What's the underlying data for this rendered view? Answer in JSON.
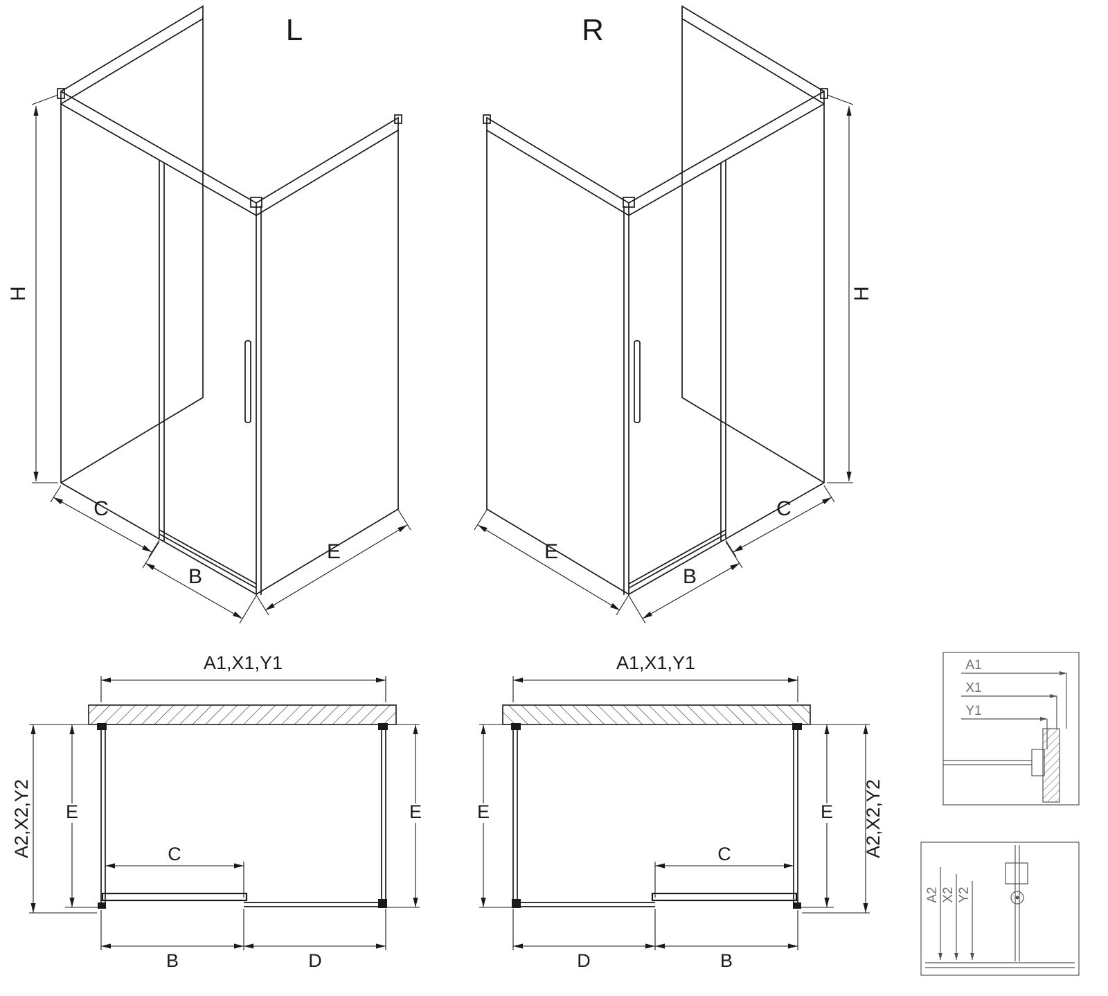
{
  "drawing": {
    "colors": {
      "background": "#ffffff",
      "line": "#1a1a1a",
      "detail_line": "#555555",
      "detail_label": "#6e6e6e"
    },
    "views": {
      "iso_left": {
        "title": "L",
        "dims": {
          "height": "H",
          "fixed_width": "C",
          "door_width": "B",
          "side_depth": "E"
        }
      },
      "iso_right": {
        "title": "R",
        "dims": {
          "height": "H",
          "side_depth": "E",
          "door_width": "B",
          "fixed_width": "C"
        }
      },
      "plan_left": {
        "top_dim": "A1,X1,Y1",
        "left_outer_dim": "A2,X2,Y2",
        "left_inner_dim": "E",
        "right_dim": "E",
        "door_dim": "C",
        "bottom_left_dim": "B",
        "bottom_right_dim": "D"
      },
      "plan_right": {
        "top_dim": "A1,X1,Y1",
        "left_dim": "E",
        "right_inner_dim": "E",
        "right_outer_dim": "A2,X2,Y2",
        "door_dim": "C",
        "bottom_left_dim": "D",
        "bottom_right_dim": "B"
      },
      "detail_top": {
        "labels": [
          "A1",
          "X1",
          "Y1"
        ]
      },
      "detail_bottom": {
        "labels": [
          "A2",
          "X2",
          "Y2"
        ]
      }
    }
  }
}
